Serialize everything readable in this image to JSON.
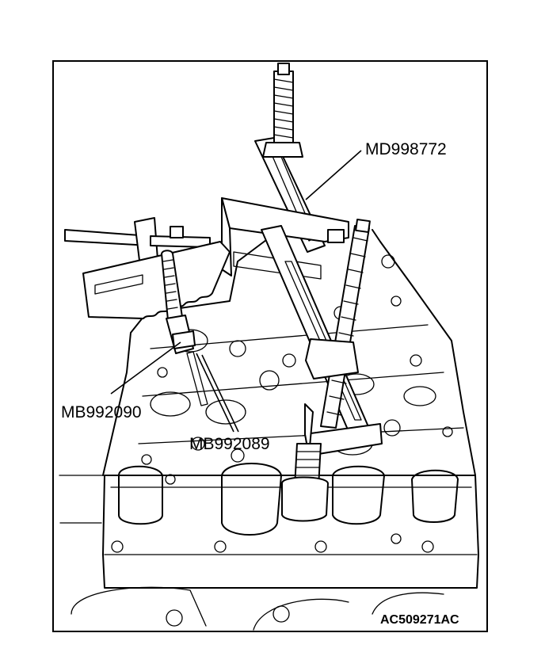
{
  "figure": {
    "labels": {
      "md998772": "MD998772",
      "mb992090": "MB992090",
      "mb992089": "MB992089"
    },
    "figure_code": "AC509271AC"
  }
}
